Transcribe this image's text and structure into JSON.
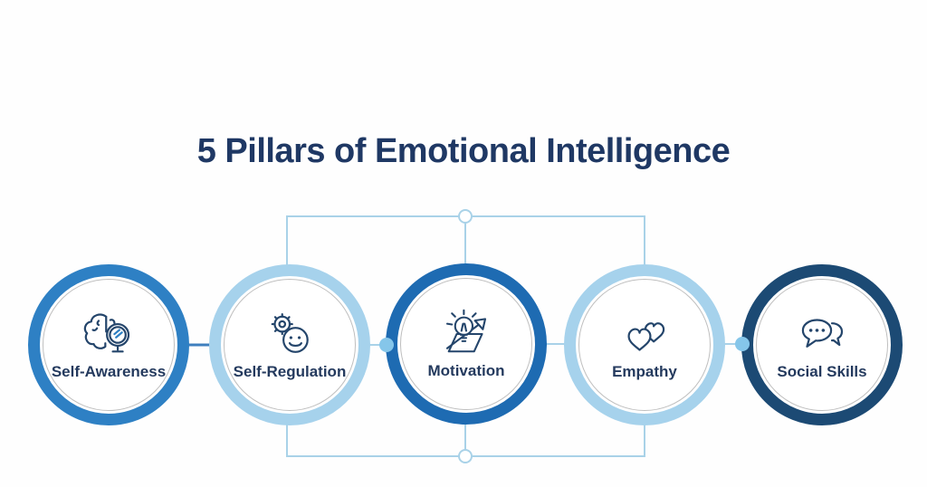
{
  "title": "5 Pillars of Emotional Intelligence",
  "pillars": [
    {
      "label": "Self-Awareness",
      "icon": "brain-mirror-icon",
      "ring_color": "#2E80C4"
    },
    {
      "label": "Self-Regulation",
      "icon": "gear-smiley-icon",
      "ring_color": "#A6D2EC"
    },
    {
      "label": "Motivation",
      "icon": "lightbulb-arrow-icon",
      "ring_color": "#1E6BB2"
    },
    {
      "label": "Empathy",
      "icon": "hearts-icon",
      "ring_color": "#A6D2EC"
    },
    {
      "label": "Social Skills",
      "icon": "speech-bubbles-icon",
      "ring_color": "#1C4A74"
    }
  ],
  "colors": {
    "background": "#FEFEFE",
    "title_text": "#1F3864",
    "label_text": "#243A5E",
    "icon_stroke": "#24456B",
    "icon_accent": "#2E80C4",
    "connector_light": "#A9D2E8",
    "connector_medium": "#3E7FBE",
    "node_dot_fill": "#85C6EA",
    "inner_border": "#BFBFBF"
  }
}
